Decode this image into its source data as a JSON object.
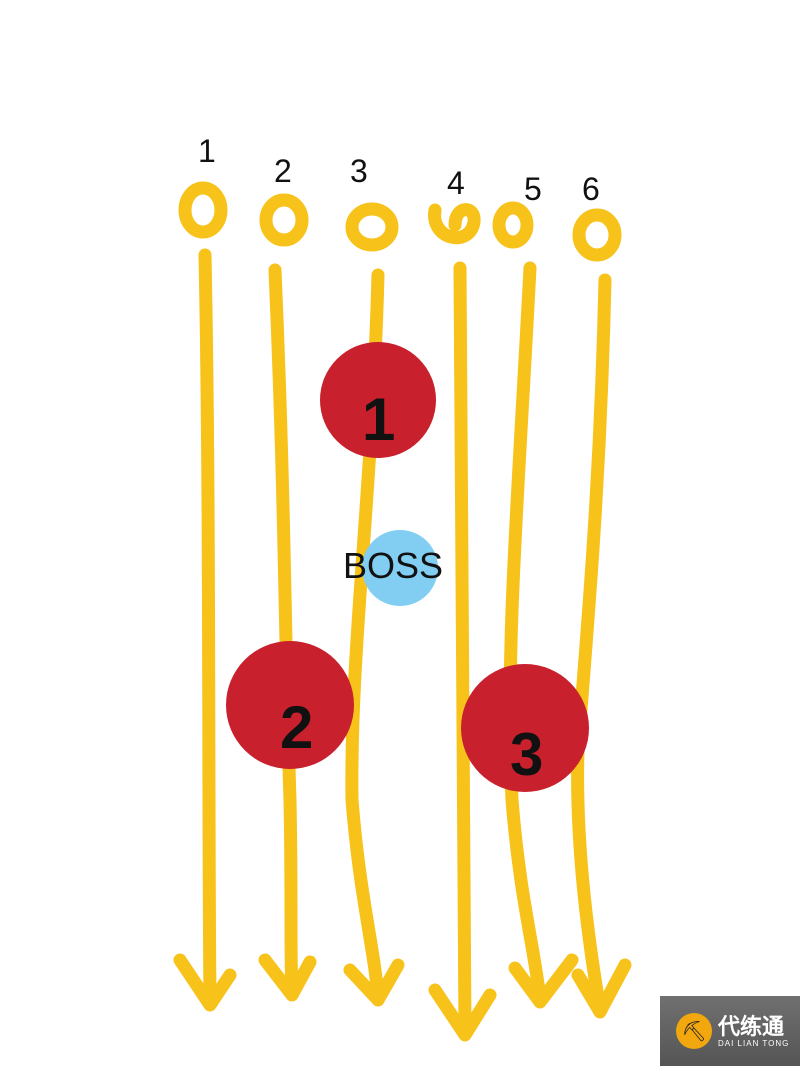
{
  "colors": {
    "lane": "#f7c21a",
    "marker": "#c8202c",
    "boss": "#82cdf2"
  },
  "lanes": [
    {
      "label": "1"
    },
    {
      "label": "2"
    },
    {
      "label": "3"
    },
    {
      "label": "4"
    },
    {
      "label": "5"
    },
    {
      "label": "6"
    }
  ],
  "markers": [
    {
      "label": "1"
    },
    {
      "label": "2"
    },
    {
      "label": "3"
    }
  ],
  "boss": {
    "label": "BOSS"
  },
  "watermark": {
    "name": "代练通",
    "subtitle": "DAI LIAN TONG"
  }
}
